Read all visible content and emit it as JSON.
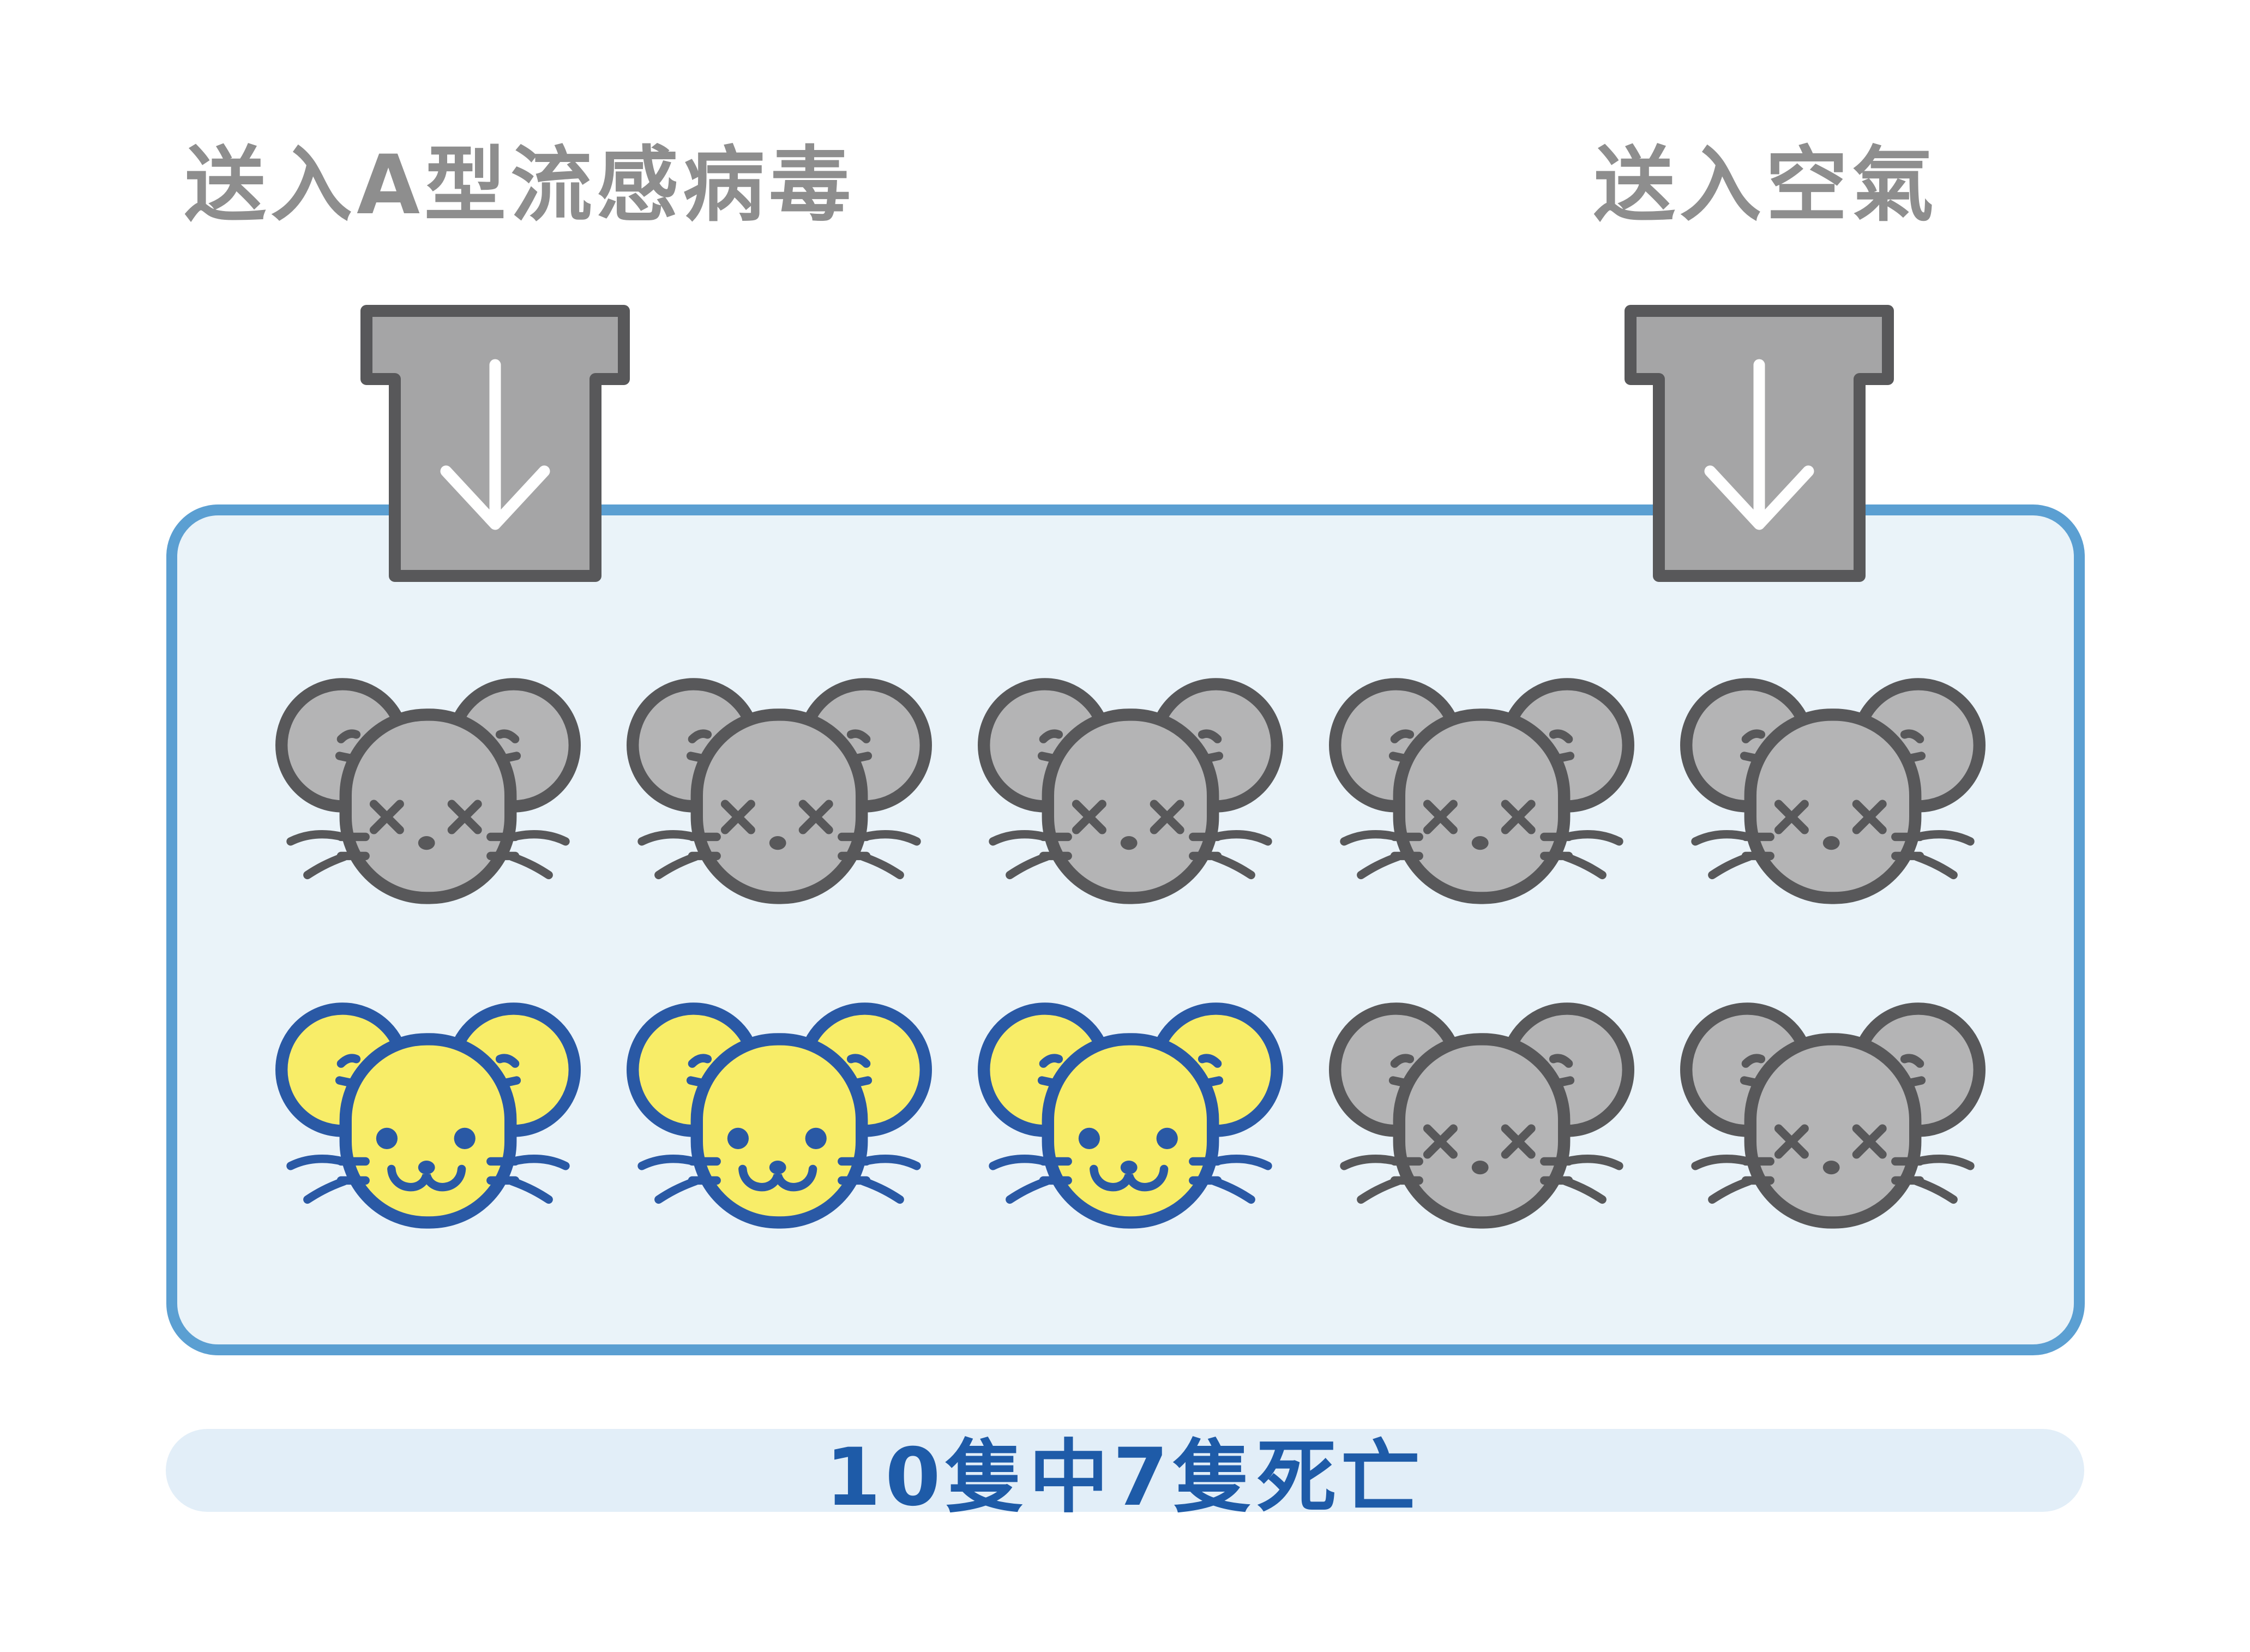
{
  "inlets": {
    "virus": {
      "label": "送入A型流感病毒"
    },
    "air": {
      "label": "送入空氣"
    }
  },
  "cage": {
    "rows": 2,
    "cols": 5
  },
  "mice": [
    {
      "row": 1,
      "col": 1,
      "status": "dead"
    },
    {
      "row": 1,
      "col": 2,
      "status": "dead"
    },
    {
      "row": 1,
      "col": 3,
      "status": "dead"
    },
    {
      "row": 1,
      "col": 4,
      "status": "dead"
    },
    {
      "row": 1,
      "col": 5,
      "status": "dead"
    },
    {
      "row": 2,
      "col": 1,
      "status": "alive"
    },
    {
      "row": 2,
      "col": 2,
      "status": "alive"
    },
    {
      "row": 2,
      "col": 3,
      "status": "alive"
    },
    {
      "row": 2,
      "col": 4,
      "status": "dead"
    },
    {
      "row": 2,
      "col": 5,
      "status": "dead"
    }
  ],
  "result": {
    "caption": "10隻中7隻死亡",
    "mice_total": 10,
    "mice_dead": 7
  },
  "icons": {
    "arrow_down": "arrow-down-icon"
  },
  "colors": {
    "container_border": "#5b9fd2",
    "container_fill": "#eaf3f9",
    "caption_bar_fill": "#e2eef8",
    "caption_text": "#1e5ba8",
    "label_text": "#8e8e8e",
    "tube_fill": "#a5a5a6",
    "tube_stroke": "#58585a",
    "arrow": "#ffffff",
    "mouse_dead_fill": "#b4b4b5",
    "mouse_dead_stroke": "#58585a",
    "mouse_alive_fill": "#f8ed68",
    "mouse_alive_stroke": "#2a59a5"
  }
}
